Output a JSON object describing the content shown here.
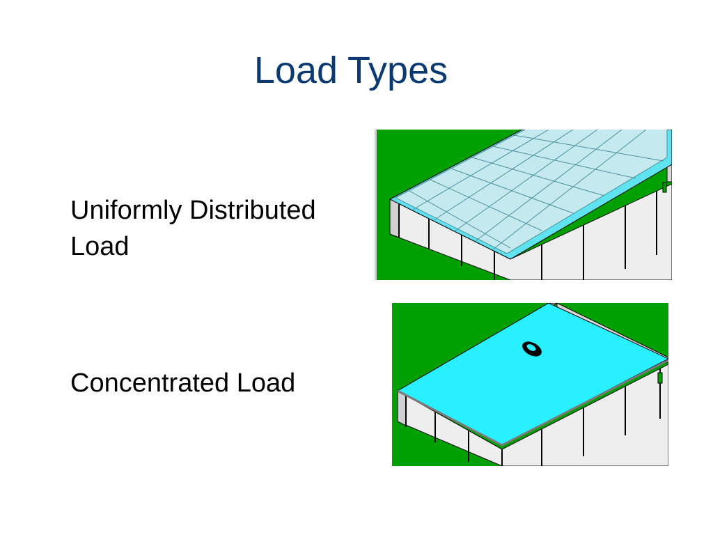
{
  "slide": {
    "title": "Load Types",
    "items": [
      {
        "label": "Uniformly Distributed Load"
      },
      {
        "label": "Concentrated Load"
      }
    ]
  },
  "colors": {
    "title": "#0b3a73",
    "ground": "#00a000",
    "roof_concentrated": "#28f0ff",
    "roof_distributed": "#5fe3f0",
    "load_block": "#c4eaf0",
    "wall": "#eeeeee",
    "frame_edge": "#000000"
  },
  "icons": [
    "building-frame-icon",
    "roof-slab-icon",
    "car-icon",
    "door-icon"
  ]
}
